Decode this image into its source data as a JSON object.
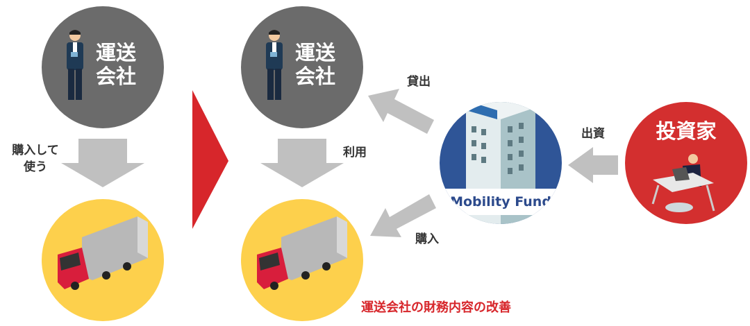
{
  "before": {
    "company_line1": "運送",
    "company_line2": "会社",
    "arrow_label_line1": "購入して",
    "arrow_label_line2": "使う"
  },
  "after": {
    "company_line1": "運送",
    "company_line2": "会社",
    "use_label": "利用",
    "loan_label": "貸出",
    "purchase_label": "購入",
    "fund_name": "Mobility Fund",
    "investment_label": "出資",
    "investor_label": "投資家",
    "result_text": "運送会社の財務内容の改善"
  },
  "colors": {
    "gray": "#6b6b6b",
    "yellow": "#fdd04c",
    "blue": "#2f5597",
    "red": "#d32f2f",
    "arrow": "#c0c0c0",
    "accent": "#d7262b"
  }
}
